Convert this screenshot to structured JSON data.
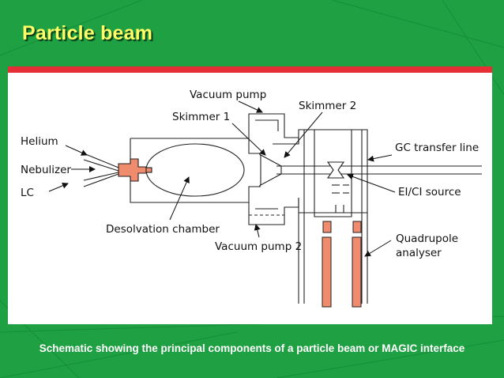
{
  "slide": {
    "title": "Particle beam",
    "caption": "Schematic showing the principal components of a particle beam or MAGIC interface"
  },
  "theme": {
    "background": "#1fa043",
    "title_color": "#ffff66",
    "panel_accent": "#e52e35",
    "component_fill": "#f08c6e"
  },
  "diagram": {
    "labels": {
      "vacuum_pump_top": "Vacuum pump",
      "skimmer_1": "Skimmer 1",
      "skimmer_2": "Skimmer 2",
      "helium": "Helium",
      "nebulizer": "Nebulizer",
      "lc": "LC",
      "gc_transfer_line": "GC transfer line",
      "ei_ci_source": "EI/CI source",
      "desolvation_chamber": "Desolvation chamber",
      "vacuum_pump_bottom": "Vacuum pump 2",
      "quadrupole_line1": "Quadrupole",
      "quadrupole_line2": "analyser"
    }
  }
}
